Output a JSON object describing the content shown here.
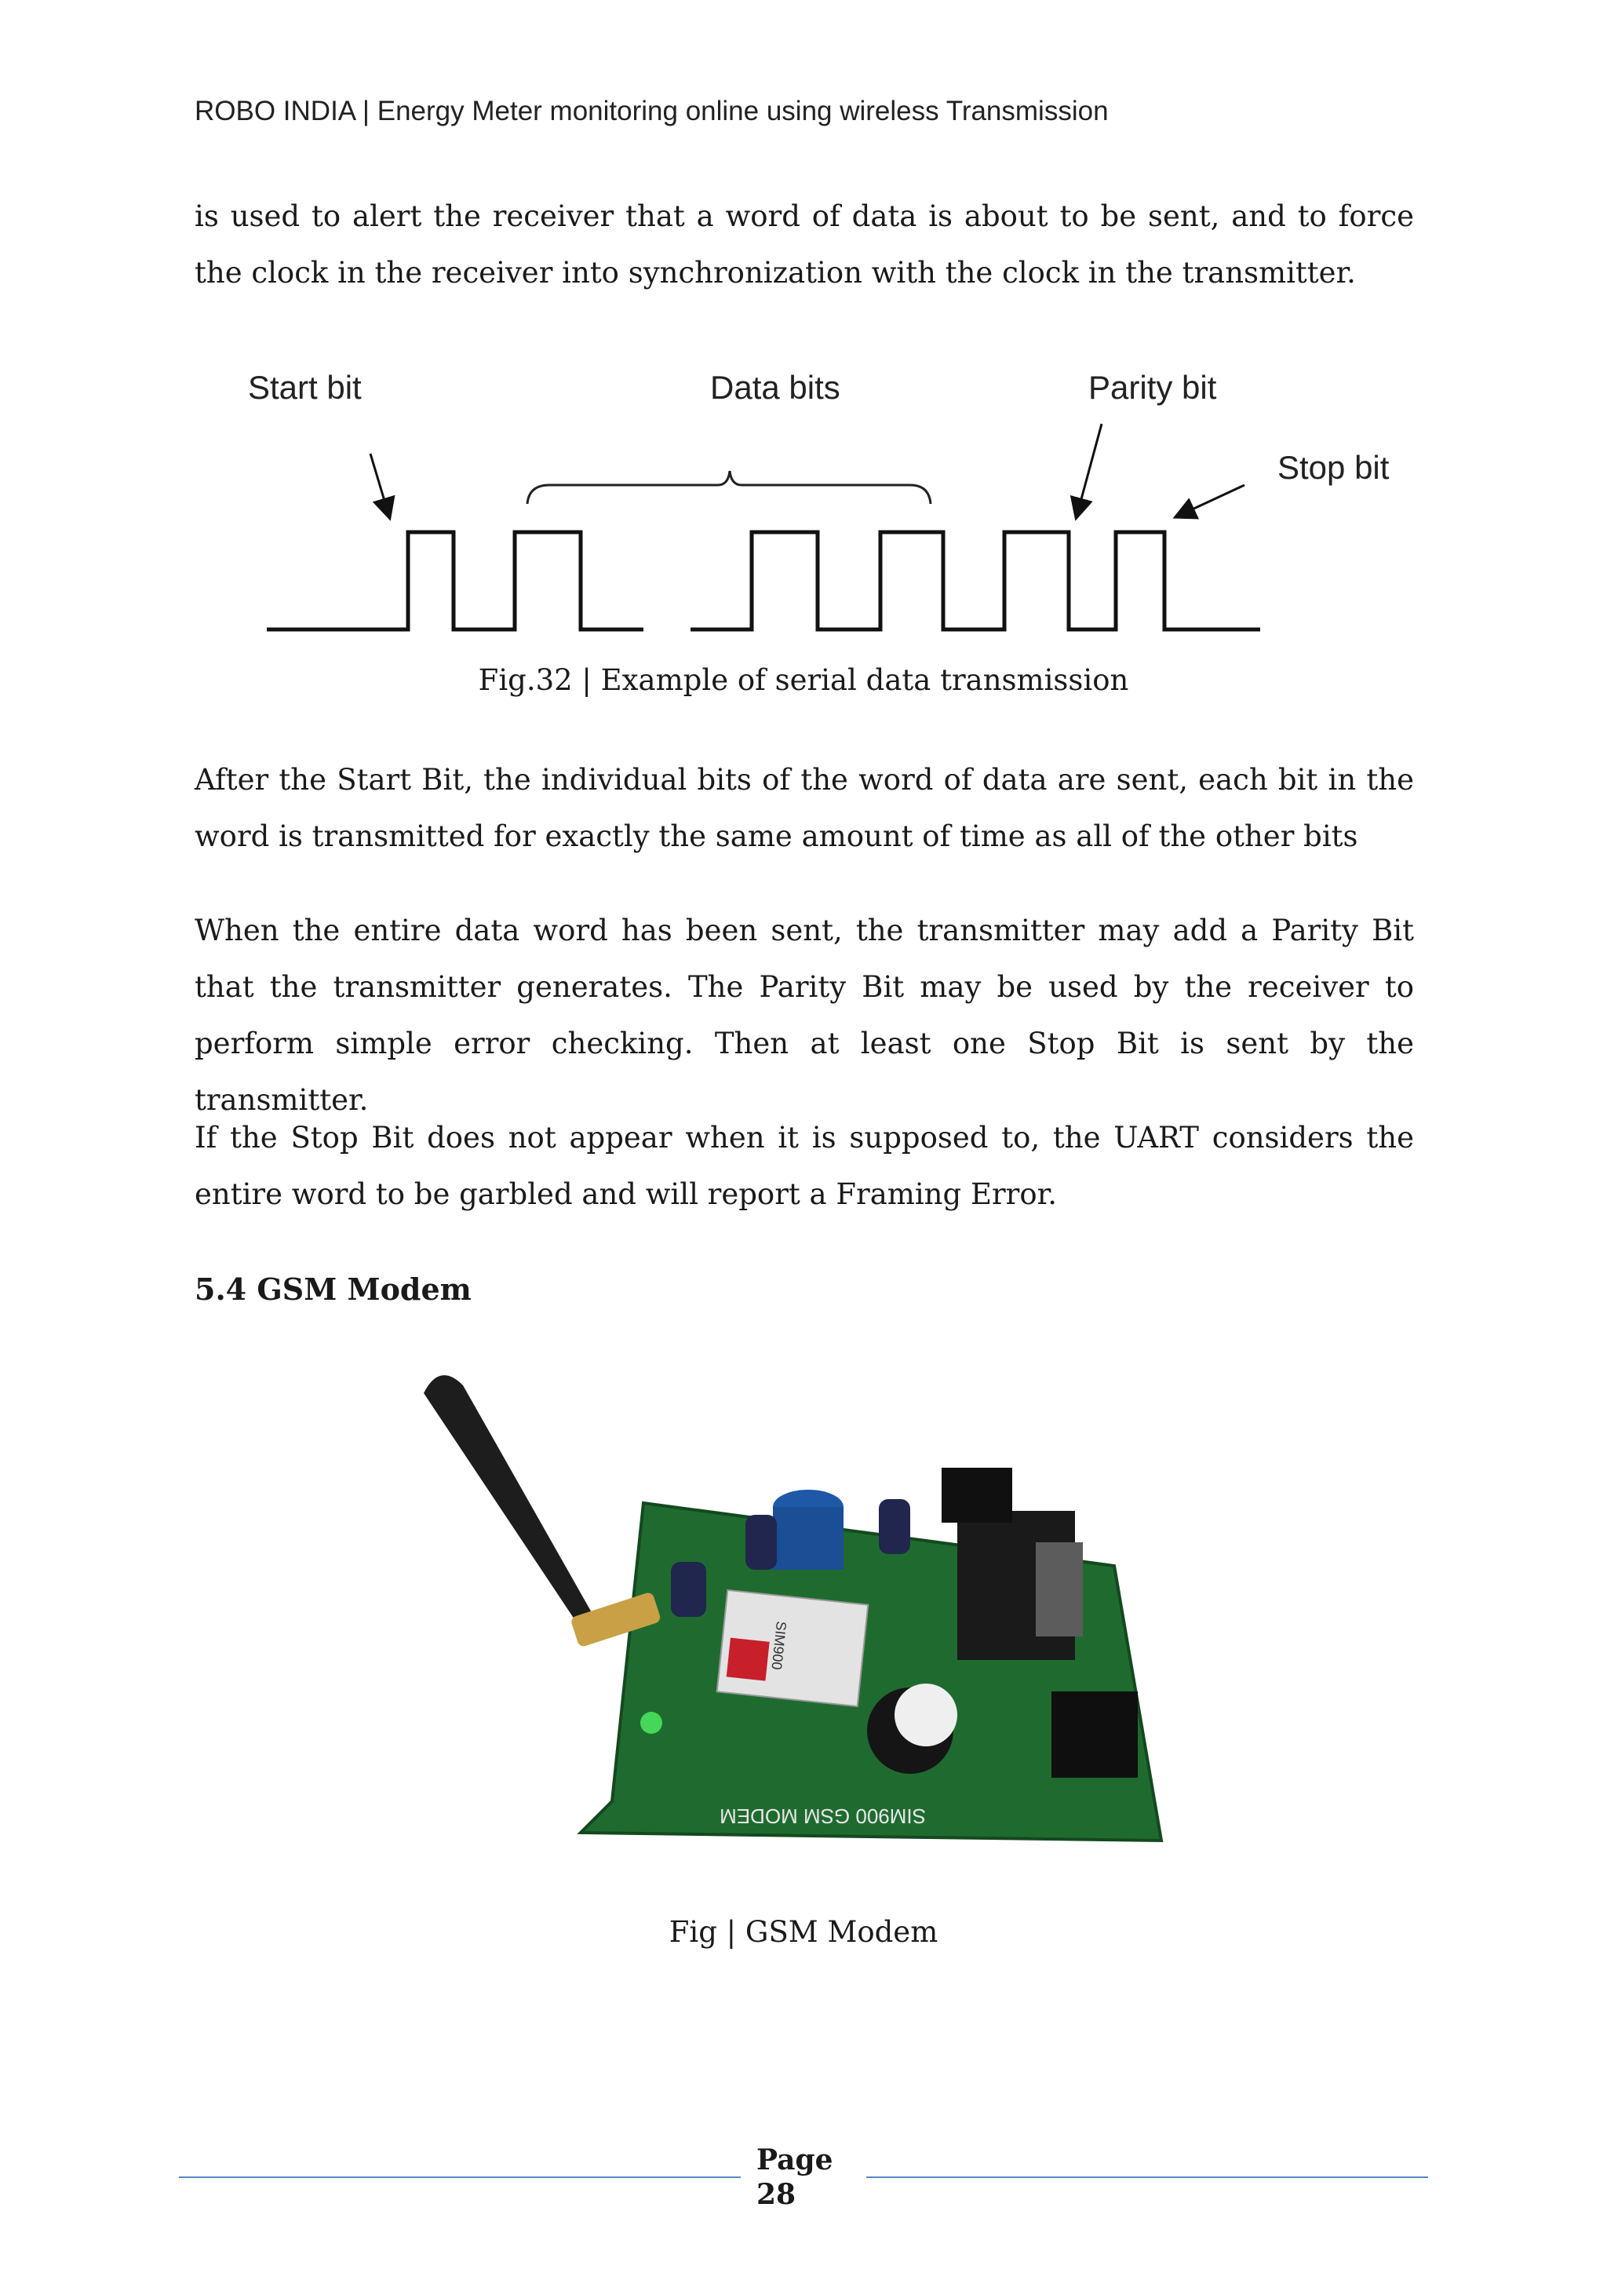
{
  "header": {
    "running_title": "ROBO INDIA | Energy Meter monitoring online using wireless Transmission"
  },
  "body": {
    "para_intro": "is used to alert the receiver that a word of data is about to be sent, and to force the clock in the receiver into synchronization with the clock in the transmitter.",
    "para_data_bits": "After the Start Bit, the individual bits of the word of data are sent, each bit in the word is transmitted for exactly the same amount of time as all of the other bits",
    "para_parity": "When the entire data word has been sent, the transmitter may add a Parity Bit that the transmitter generates. The Parity Bit may be used by the receiver to perform simple error checking. Then at least one Stop Bit is sent by the transmitter.",
    "para_stop": "If the Stop Bit does not appear when it is supposed to, the UART considers the entire word to be garbled and will report a Framing Error.",
    "section_heading": "5.4 GSM Modem"
  },
  "figure_serial": {
    "labels": {
      "start_bit": "Start bit",
      "data_bits": "Data bits",
      "parity_bit": "Parity bit",
      "stop_bit": "Stop bit"
    },
    "caption": "Fig.32 | Example of serial data transmission"
  },
  "figure_gsm": {
    "board_silkscreen": "SIM900 GSM MODEM",
    "module_text": "SIM900",
    "caption": "Fig | GSM Modem"
  },
  "footer": {
    "page_label": "Page",
    "page_number": "28"
  },
  "colors": {
    "footer_rule": "#5b87c5",
    "pcb_green": "#1f6b2f"
  }
}
